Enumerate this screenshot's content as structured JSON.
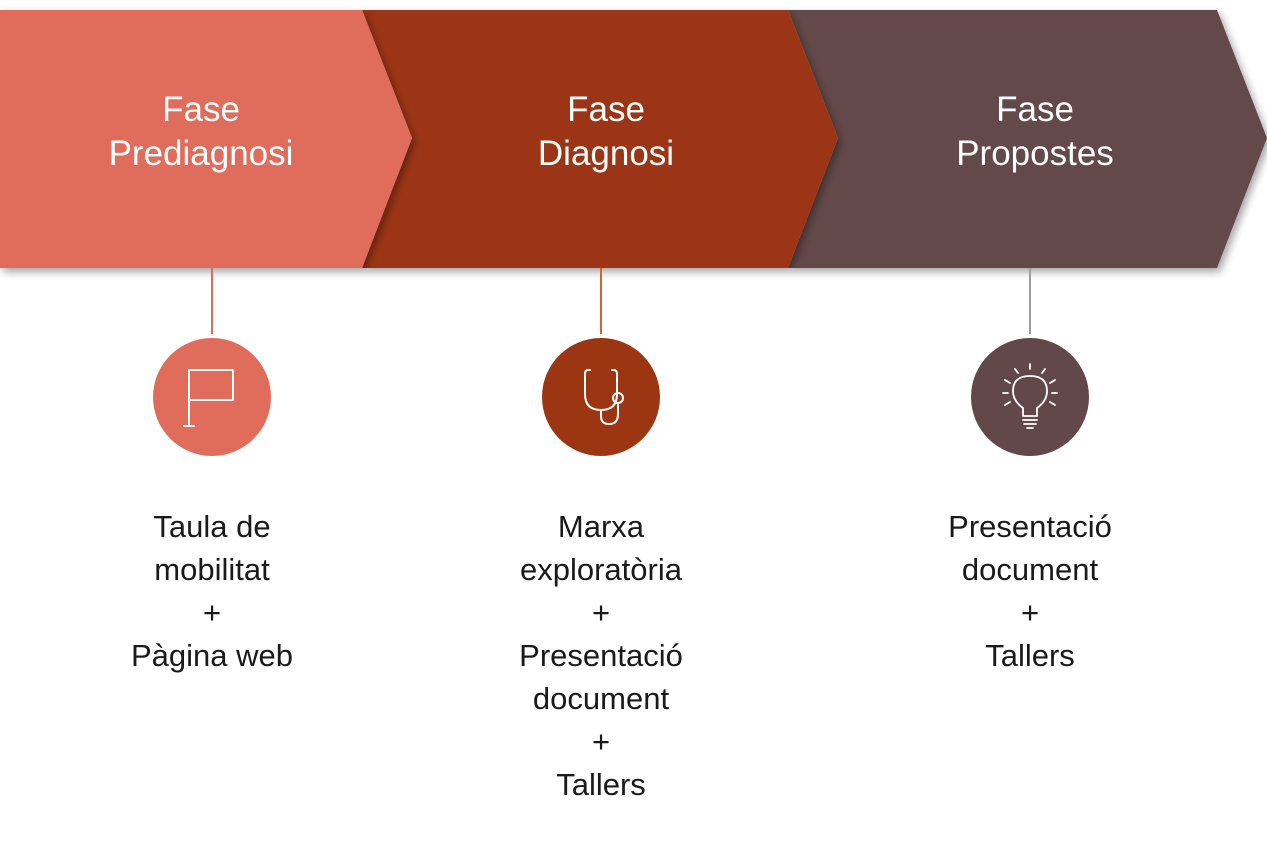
{
  "colors": {
    "phase1": "#E06C5C",
    "phase2": "#9C3612",
    "phase3": "#634849",
    "connector1": "#E06C5C",
    "connector2": "#D4603C",
    "connector3": "#9E9E9E",
    "icon_stroke": "#FFFFFF",
    "text": "#1A1A1A"
  },
  "phases": [
    {
      "title_line1": "Fase",
      "title_line2": "Prediagnosi",
      "icon": "flag-icon",
      "activities": [
        "Taula de",
        "mobilitat",
        "+",
        "Pàgina web"
      ]
    },
    {
      "title_line1": "Fase",
      "title_line2": "Diagnosi",
      "icon": "stethoscope-icon",
      "activities": [
        "Marxa",
        "exploratòria",
        "+",
        "Presentació",
        "document",
        "+",
        "Tallers"
      ]
    },
    {
      "title_line1": "Fase",
      "title_line2": "Propostes",
      "icon": "lightbulb-icon",
      "activities": [
        "Presentació",
        "document",
        "+",
        "Tallers"
      ]
    }
  ]
}
